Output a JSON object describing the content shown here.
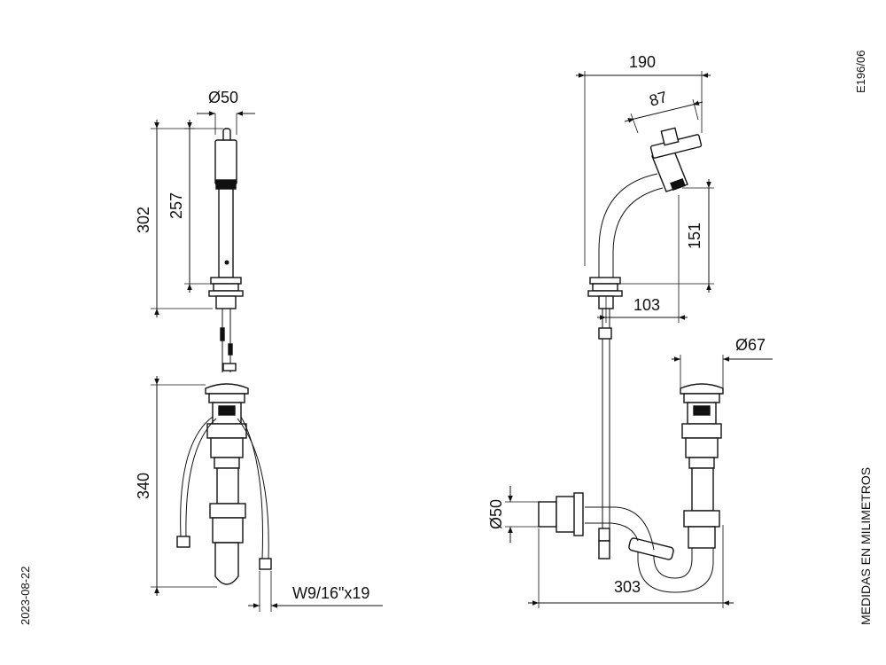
{
  "drawing_code": "E196/06",
  "units_note": "MEDIDAS EN MILIMETROS",
  "date": "2023-08-22",
  "dimensions": {
    "spout_diameter": "Ø50",
    "total_height": "302",
    "spout_height": "257",
    "drain_height": "340",
    "hose_thread": "W9/16\"x19",
    "reach_total": "190",
    "lever_length": "87",
    "outlet_height": "151",
    "spout_reach": "103",
    "popup_diameter": "Ø67",
    "trap_diameter": "Ø50",
    "trap_length": "303"
  },
  "colors": {
    "line": "#111111",
    "background": "#ffffff"
  }
}
